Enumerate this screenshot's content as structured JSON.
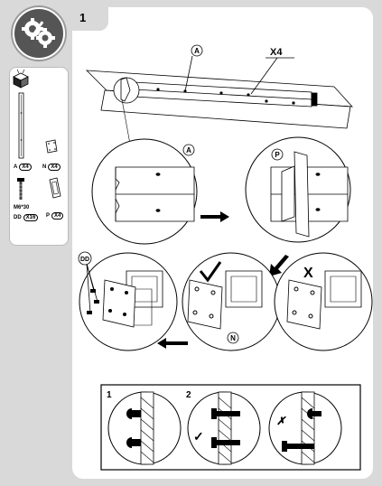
{
  "step": {
    "number": "1"
  },
  "parts": [
    {
      "letter": "A",
      "qty": "X4"
    },
    {
      "letter": "N",
      "qty": "X4"
    },
    {
      "letter": "DD",
      "qty": "X16",
      "spec": "M6*30"
    },
    {
      "letter": "P",
      "qty": "X4"
    }
  ],
  "callouts": {
    "top_qty": "X4",
    "beam_label": "A",
    "detail_a": "A",
    "detail_p": "P",
    "dd_label": "DD",
    "n_label": "N",
    "wrong_mark": "X",
    "check_mark": "✓"
  },
  "bolt_steps": [
    {
      "num": "1"
    },
    {
      "num": "2"
    }
  ]
}
